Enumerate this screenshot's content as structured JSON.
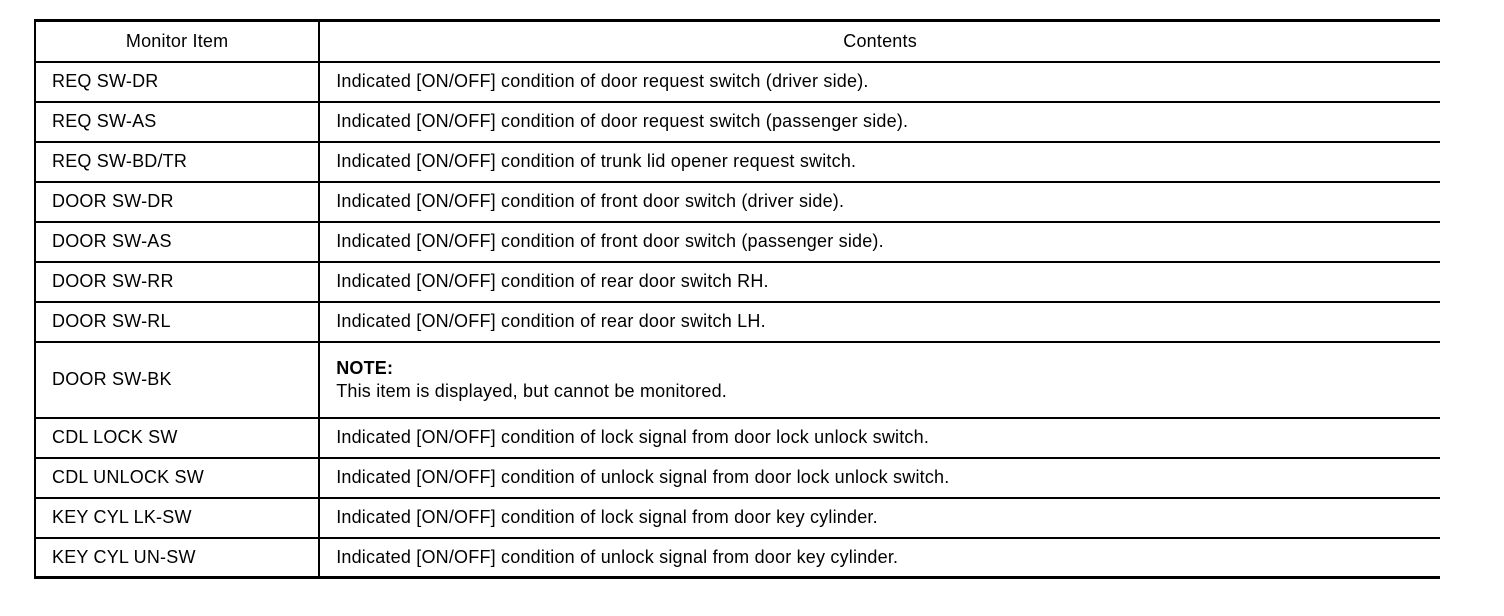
{
  "table": {
    "headers": {
      "monitor_item": "Monitor Item",
      "contents": "Contents"
    },
    "rows": [
      {
        "item": "REQ SW-DR",
        "contents": "Indicated [ON/OFF] condition of door request switch (driver side)."
      },
      {
        "item": "REQ SW-AS",
        "contents": "Indicated [ON/OFF] condition of door request switch (passenger side)."
      },
      {
        "item": "REQ SW-BD/TR",
        "contents": "Indicated [ON/OFF] condition of trunk lid opener request switch."
      },
      {
        "item": "DOOR SW-DR",
        "contents": "Indicated [ON/OFF] condition of front door switch (driver side)."
      },
      {
        "item": "DOOR SW-AS",
        "contents": "Indicated [ON/OFF] condition of front door switch (passenger side)."
      },
      {
        "item": "DOOR SW-RR",
        "contents": "Indicated [ON/OFF] condition of rear door switch RH."
      },
      {
        "item": "DOOR SW-RL",
        "contents": "Indicated [ON/OFF] condition of rear door switch LH."
      },
      {
        "item": "DOOR SW-BK",
        "note_label": "NOTE:",
        "contents": "This item is displayed, but cannot be monitored."
      },
      {
        "item": "CDL LOCK SW",
        "contents": "Indicated [ON/OFF] condition of lock signal from door lock unlock switch."
      },
      {
        "item": "CDL UNLOCK SW",
        "contents": "Indicated [ON/OFF] condition of unlock signal from door lock unlock switch."
      },
      {
        "item": "KEY CYL LK-SW",
        "contents": "Indicated [ON/OFF] condition of lock signal from door key cylinder."
      },
      {
        "item": "KEY CYL UN-SW",
        "contents": "Indicated [ON/OFF] condition of unlock signal from door key cylinder."
      }
    ],
    "colors": {
      "border": "#000000",
      "text": "#000000",
      "background": "#ffffff"
    }
  }
}
